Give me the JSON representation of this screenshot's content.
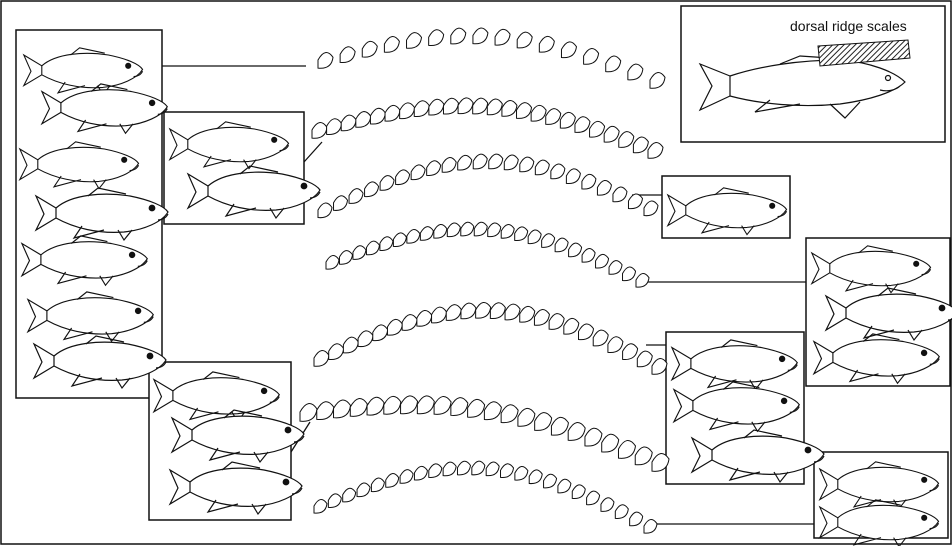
{
  "inset": {
    "label": "dorsal ridge scales",
    "hatch_color": "#222222"
  },
  "colors": {
    "ink": "#111111",
    "paper": "#ffffff"
  },
  "groups": [
    {
      "id": "left-tall",
      "fish_count": 7,
      "connects_to": "ridge-1"
    },
    {
      "id": "left-mid",
      "fish_count": 2,
      "connects_to": "ridge-2"
    },
    {
      "id": "bottom-left",
      "fish_count": 3,
      "connects_to": "ridge-6"
    },
    {
      "id": "right-upper",
      "fish_count": 1,
      "connects_to": "ridge-3"
    },
    {
      "id": "right-middle",
      "fish_count": 3,
      "connects_to": "ridge-4"
    },
    {
      "id": "right-lower",
      "fish_count": 3,
      "connects_to": "ridge-5"
    },
    {
      "id": "right-bottom",
      "fish_count": 2,
      "connects_to": "ridge-7"
    }
  ],
  "ridges": [
    {
      "id": "ridge-1",
      "scales": 16
    },
    {
      "id": "ridge-2",
      "scales": 24
    },
    {
      "id": "ridge-3",
      "scales": 22
    },
    {
      "id": "ridge-4",
      "scales": 24
    },
    {
      "id": "ridge-5",
      "scales": 24
    },
    {
      "id": "ridge-6",
      "scales": 22
    },
    {
      "id": "ridge-7",
      "scales": 24
    }
  ]
}
